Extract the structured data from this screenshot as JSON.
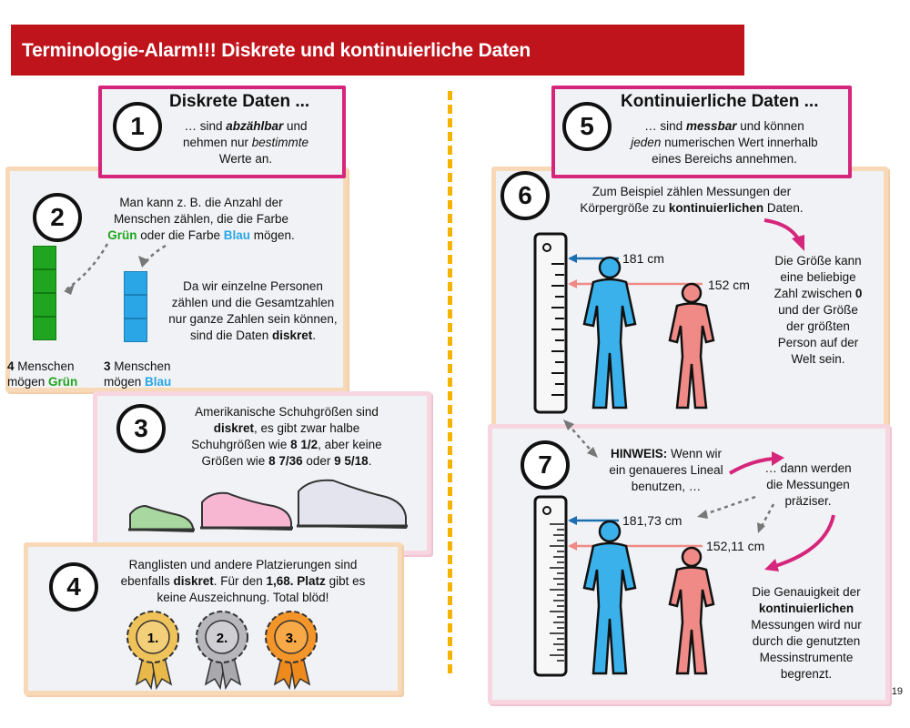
{
  "header": {
    "title": "Terminologie-Alarm!!! Diskrete und kontinuierliche Daten"
  },
  "page_number": "19",
  "panel1": {
    "number": "1",
    "title": "Diskrete Daten ...",
    "t1": "… sind ",
    "t1b": "abzählbar",
    "t1c": " und",
    "t2": "nehmen nur ",
    "t2i": "bestimmte",
    "t3": "Werte an."
  },
  "panel2": {
    "number": "2",
    "a1": "Man kann z. B. die Anzahl der",
    "a2": "Menschen zählen, die die Farbe",
    "green_word": "Grün",
    "a3": " oder die Farbe ",
    "blue_word": "Blau",
    "a4": " mögen.",
    "b1": "Da wir einzelne Personen",
    "b2": "zählen und die Gesamtzahlen",
    "b3": "nur ganze Zahlen sein können,",
    "b4": "sind die Daten ",
    "b4b": "diskret",
    "b4c": ".",
    "green_count": "4",
    "green_label": " Menschen",
    "green_label2": "mögen ",
    "blue_count": "3",
    "blue_label": " Menschen",
    "blue_label2": "mögen "
  },
  "panel3": {
    "number": "3",
    "l1": "Amerikanische Schuhgrößen sind",
    "l2b": "diskret",
    "l2": ", es gibt zwar halbe",
    "l3": "Schuhgrößen wie ",
    "l3b": "8 1/2",
    "l3c": ", aber keine",
    "l4": "Größen wie ",
    "l4b": "8 7/36",
    "l4c": " oder ",
    "l4d": "9 5/18",
    "l4e": "."
  },
  "panel4": {
    "number": "4",
    "l1": "Ranglisten und andere Platzierungen sind",
    "l2": "ebenfalls ",
    "l2b": "diskret",
    "l2c": ". Für den ",
    "l2d": "1,68. Platz",
    "l2e": " gibt es",
    "l3": "keine Auszeichnung. Total blöd!",
    "medals": [
      "1.",
      "2.",
      "3."
    ]
  },
  "panel5": {
    "number": "5",
    "title": "Kontinuierliche Daten ...",
    "t1": "… sind ",
    "t1b": "messbar",
    "t1c": " und können",
    "t2i": "jeden",
    "t2": " numerischen Wert innerhalb",
    "t3": "eines Bereichs annehmen."
  },
  "panel6": {
    "number": "6",
    "l1": "Zum Beispiel zählen Messungen der",
    "l2": "Körpergröße zu ",
    "l2b": "kontinuierlichen",
    "l2c": " Daten.",
    "h1": "181 cm",
    "h2": "152 cm",
    "r1": "Die Größe kann",
    "r2": "eine beliebige",
    "r3": "Zahl zwischen ",
    "r3b": "0",
    "r4": "und der Größe",
    "r5": "der größten",
    "r6": "Person auf der",
    "r7": "Welt sein."
  },
  "panel7": {
    "number": "7",
    "n1b": "HINWEIS:",
    "n1": " Wenn wir",
    "n2": "ein genaueres Lineal",
    "n3": "benutzen, …",
    "m1": "… dann werden",
    "m2": "die Messungen",
    "m3": "präziser.",
    "h1": "181,73 cm",
    "h2": "152,11 cm",
    "c1": "Die Genauigkeit der",
    "c2": "kontinuierlichen",
    "c3": "Messungen wird nur",
    "c4": "durch die genutzten",
    "c5": "Messinstrumente",
    "c6": "begrenzt."
  },
  "colors": {
    "header": "#c0141c",
    "green": "#1fa51f",
    "blue": "#2aa6e6",
    "pink": "#d6267c",
    "person_blue": "#3bb1ec",
    "person_red": "#f08a86"
  }
}
